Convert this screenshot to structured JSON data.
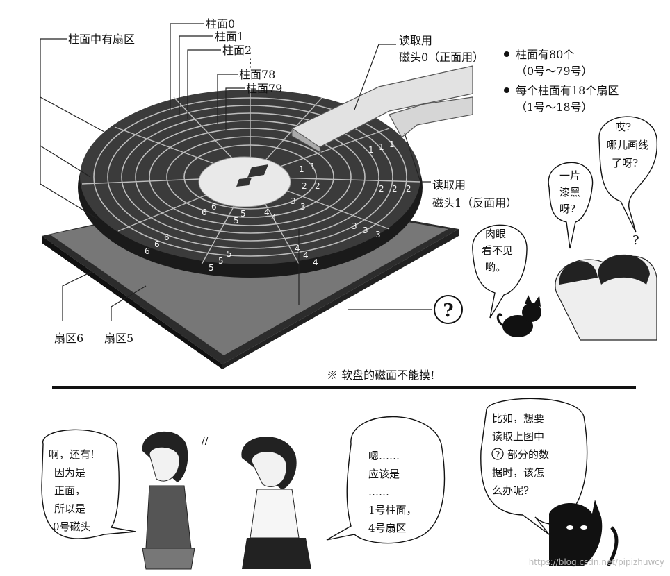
{
  "diagram": {
    "cylinder_labels": [
      "柱面0",
      "柱面1",
      "柱面2",
      "⋮",
      "柱面78",
      "柱面79"
    ],
    "sector_on_cylinder": "柱面中有扇区",
    "head0_label": [
      "读取用",
      "磁头0（正面用）"
    ],
    "head1_label": [
      "读取用",
      "磁头1（反面用）"
    ],
    "bullets": [
      [
        "柱面有80个",
        "（0号～79号）"
      ],
      [
        "每个柱面有18个扇区",
        "（1号～18号）"
      ]
    ],
    "sector6_label": "扇区6",
    "sector5_label": "扇区5",
    "question_mark": "?",
    "sector_numbers": {
      "s1": [
        "1",
        "1",
        "1",
        "1",
        "1"
      ],
      "s2": [
        "2",
        "2",
        "2",
        "2",
        "2"
      ],
      "s3": [
        "3",
        "3",
        "3",
        "3",
        "3"
      ],
      "s4": [
        "4",
        "4",
        "4",
        "4",
        "4"
      ],
      "s5": [
        "5",
        "5",
        "5",
        "5",
        "5"
      ],
      "s6": [
        "6",
        "6",
        "6",
        "6",
        "6"
      ]
    },
    "note": "※  软盘的磁面不能摸!"
  },
  "bubbles": {
    "where_line": [
      "哎?",
      "哪儿画线",
      "了呀?"
    ],
    "pitch_black": [
      "一片",
      "漆黑",
      "呀?"
    ],
    "invisible": [
      "肉眼",
      "看不见",
      "哟。"
    ],
    "girl1": [
      "啊，还有!",
      "因为是",
      "正面，",
      "所以是",
      "0号磁头"
    ],
    "girl2": [
      "嗯……",
      "应该是",
      "……",
      "1号柱面，",
      "4号扇区"
    ],
    "cat": [
      "比如，想要",
      "读取上图中",
      "?",
      "部分的数",
      "据时，该怎",
      "么办呢?"
    ]
  },
  "watermark": "https://blog.csdn.net/pipizhuwcy"
}
